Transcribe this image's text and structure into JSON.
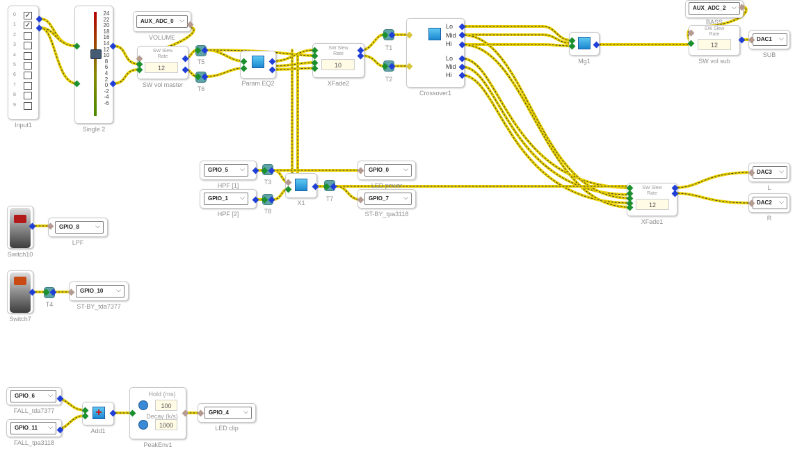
{
  "input": {
    "label": "Input1",
    "rows": [
      "0",
      "1",
      "2",
      "3",
      "4",
      "5",
      "6",
      "7",
      "8",
      "9"
    ],
    "checked": [
      true,
      true,
      false,
      false,
      false,
      false,
      false,
      false,
      false,
      false
    ]
  },
  "slider": {
    "label": "Single 2",
    "ticks": [
      "24",
      "22",
      "20",
      "18",
      "16",
      "14",
      "12",
      "10",
      "8",
      "6",
      "4",
      "2",
      "0",
      "-2",
      "-4",
      "-6"
    ]
  },
  "volume": {
    "select": "AUX_ADC_0",
    "label": "VOLUME"
  },
  "sw_vol_master": {
    "title1": "SW Slew",
    "title2": "Rate",
    "value": "12",
    "label": "SW vol master"
  },
  "t5": "T5",
  "t6": "T6",
  "param_eq": {
    "label": "Param EQ2"
  },
  "xfade2": {
    "title1": "SW Slew",
    "title2": "Rate",
    "value": "10",
    "label": "XFade2"
  },
  "t1": "T1",
  "t2": "T2",
  "crossover": {
    "label": "Crossover1",
    "outs": [
      "Lo",
      "Mid",
      "Hi",
      "Lo",
      "Mid",
      "Hi"
    ]
  },
  "mg1": {
    "label": "Mg1"
  },
  "bass": {
    "select": "AUX_ADC_2",
    "label": "BASS"
  },
  "sw_vol_sub": {
    "title1": "SW Slew",
    "title2": "Rate",
    "value": "12",
    "label": "SW vol sub"
  },
  "sub": {
    "select": "DAC1",
    "label": "SUB"
  },
  "hpf1": {
    "select": "GPIO_5",
    "label": "HPF [1]"
  },
  "hpf2": {
    "select": "GPIO_1",
    "label": "HPF [2]"
  },
  "t3": "T3",
  "t8": "T8",
  "x1": {
    "label": "X1"
  },
  "t7": "T7",
  "led_power": {
    "select": "GPIO_0",
    "label": "LED power"
  },
  "stby_tpa": {
    "select": "GPIO_7",
    "label": "ST-BY_tpa3118"
  },
  "xfade1": {
    "title1": "SW Slew",
    "title2": "Rate",
    "value": "12",
    "label": "XFade1"
  },
  "l_out": {
    "select": "DAC3",
    "label": "L"
  },
  "r_out": {
    "select": "DAC2",
    "label": "R"
  },
  "switch10": {
    "label": "Switch10"
  },
  "lpf": {
    "select": "GPIO_8",
    "label": "LPF"
  },
  "switch7": {
    "label": "Switch7"
  },
  "t4": "T4",
  "stby_tda": {
    "select": "GPIO_10",
    "label": "ST-BY_tda7377"
  },
  "fall_tda": {
    "select": "GPIO_6",
    "label": "FALL_tda7377"
  },
  "fall_tpa": {
    "select": "GPIO_11",
    "label": "FALL_tpa3118"
  },
  "add1": {
    "label": "Add1"
  },
  "peakenv": {
    "label": "PeakEnv1",
    "hold_label": "Hold (ms)",
    "hold": "100",
    "decay_label": "Decay (k/s)",
    "decay": "1000"
  },
  "led_clip": {
    "select": "GPIO_4",
    "label": "LED clip"
  },
  "colors": {
    "wire": "#e8d000",
    "wire_dash": "#333333",
    "pin_blue": "#1f3fd6",
    "pin_green": "#1c8f2e"
  }
}
